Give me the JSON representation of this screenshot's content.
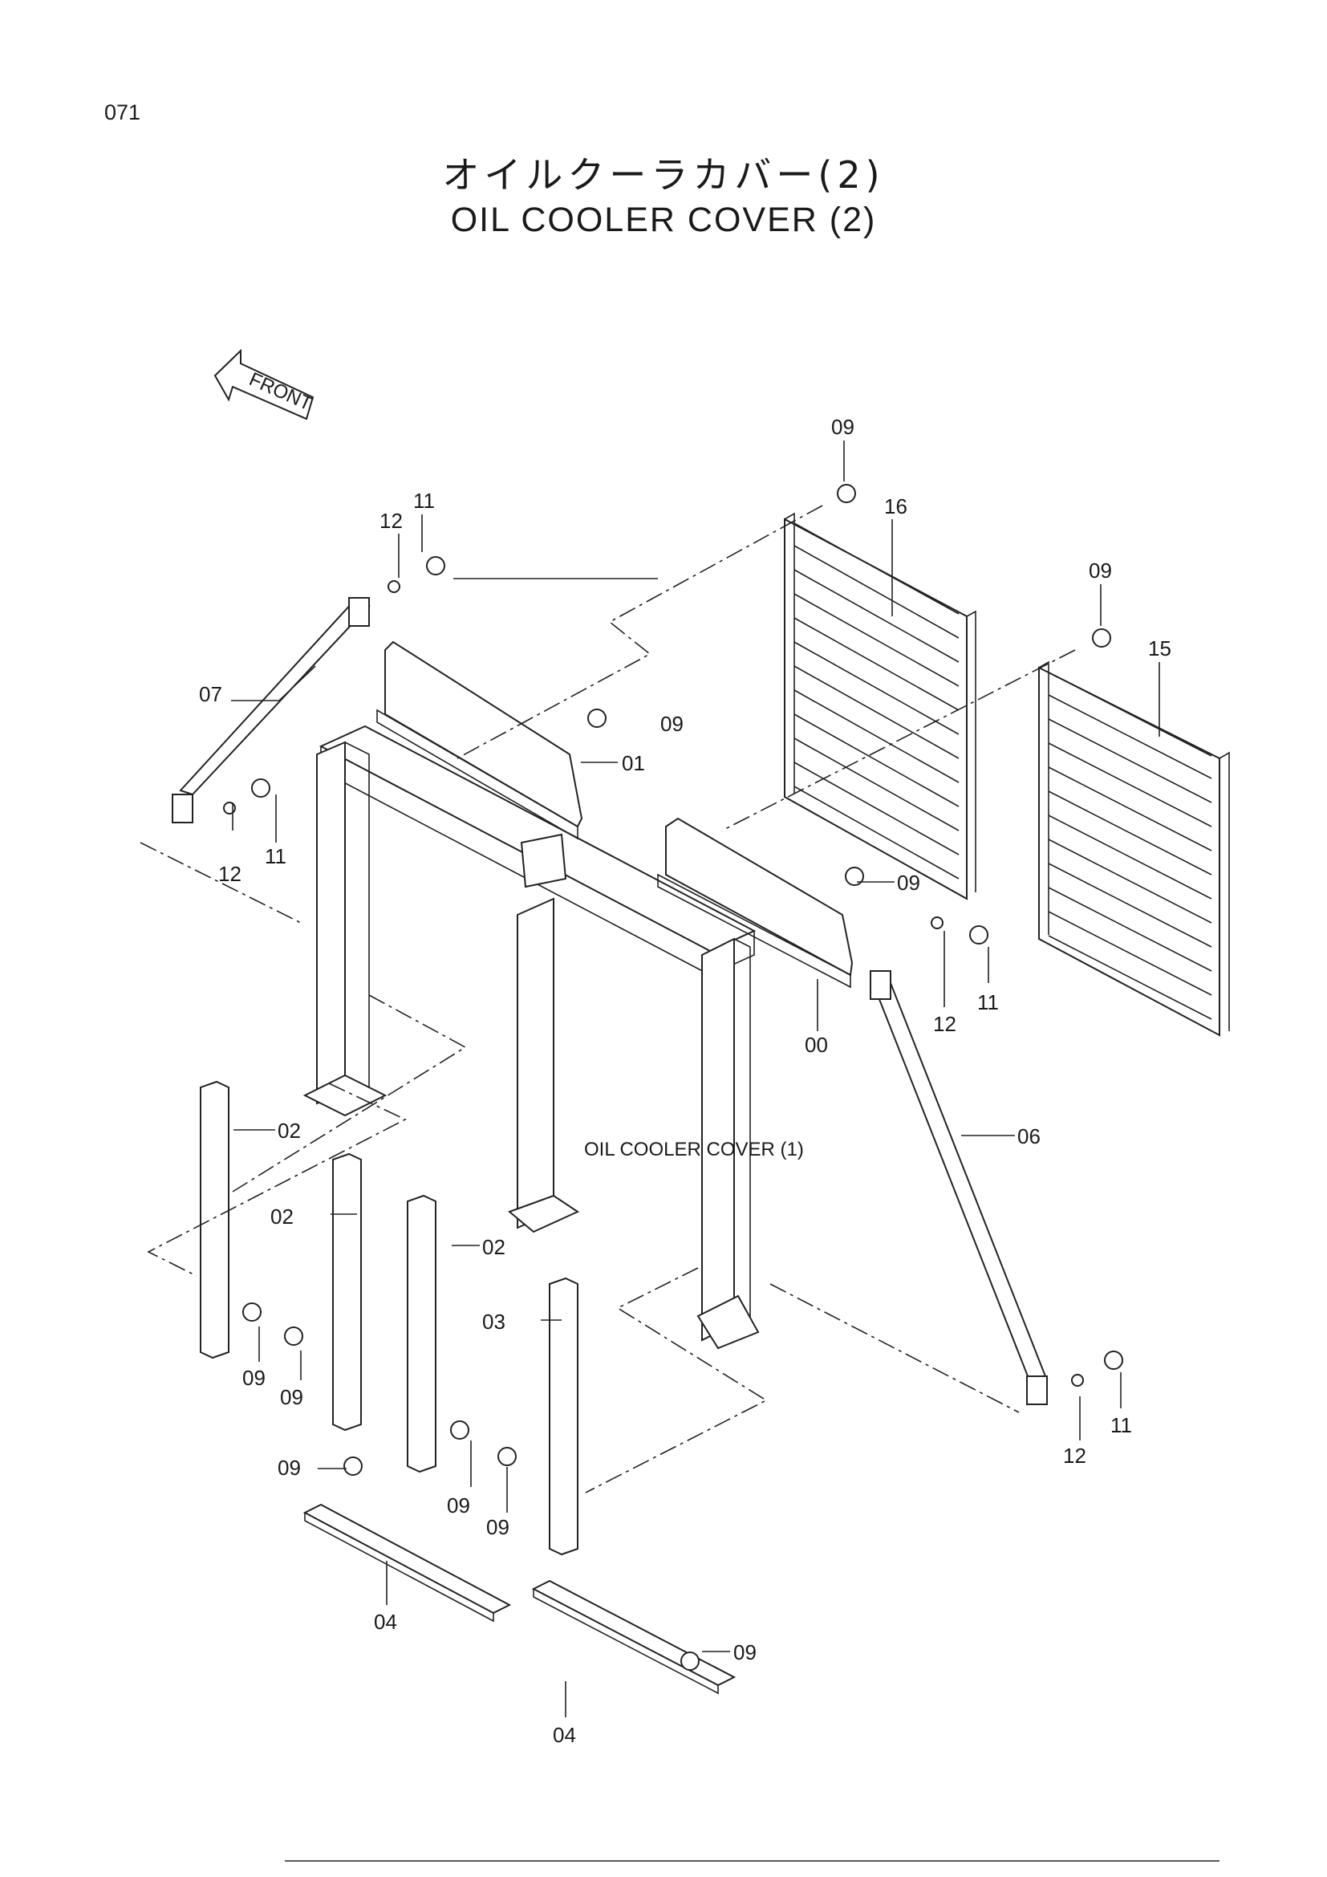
{
  "page_number": "071",
  "title": {
    "japanese": "オイルクーラカバー(2)",
    "english": "OIL  COOLER  COVER (2)"
  },
  "front_label": "FRONT",
  "reference_label": "OIL  COOLER  COVER (1)",
  "callouts": {
    "c09_a": "09",
    "c16": "16",
    "c09_b": "09",
    "c15": "15",
    "c11_a": "11",
    "c12_a": "12",
    "c07": "07",
    "c09_c": "09",
    "c01": "01",
    "c12_b": "12",
    "c11_b": "11",
    "c09_d": "09",
    "c12_c": "12",
    "c11_c": "11",
    "c00": "00",
    "c06": "06",
    "c02_a": "02",
    "c02_b": "02",
    "c02_c": "02",
    "c03": "03",
    "c09_e": "09",
    "c09_f": "09",
    "c09_g": "09",
    "c09_h": "09",
    "c09_i": "09",
    "c12_d": "12",
    "c11_d": "11",
    "c04_a": "04",
    "c09_j": "09",
    "c04_b": "04"
  }
}
